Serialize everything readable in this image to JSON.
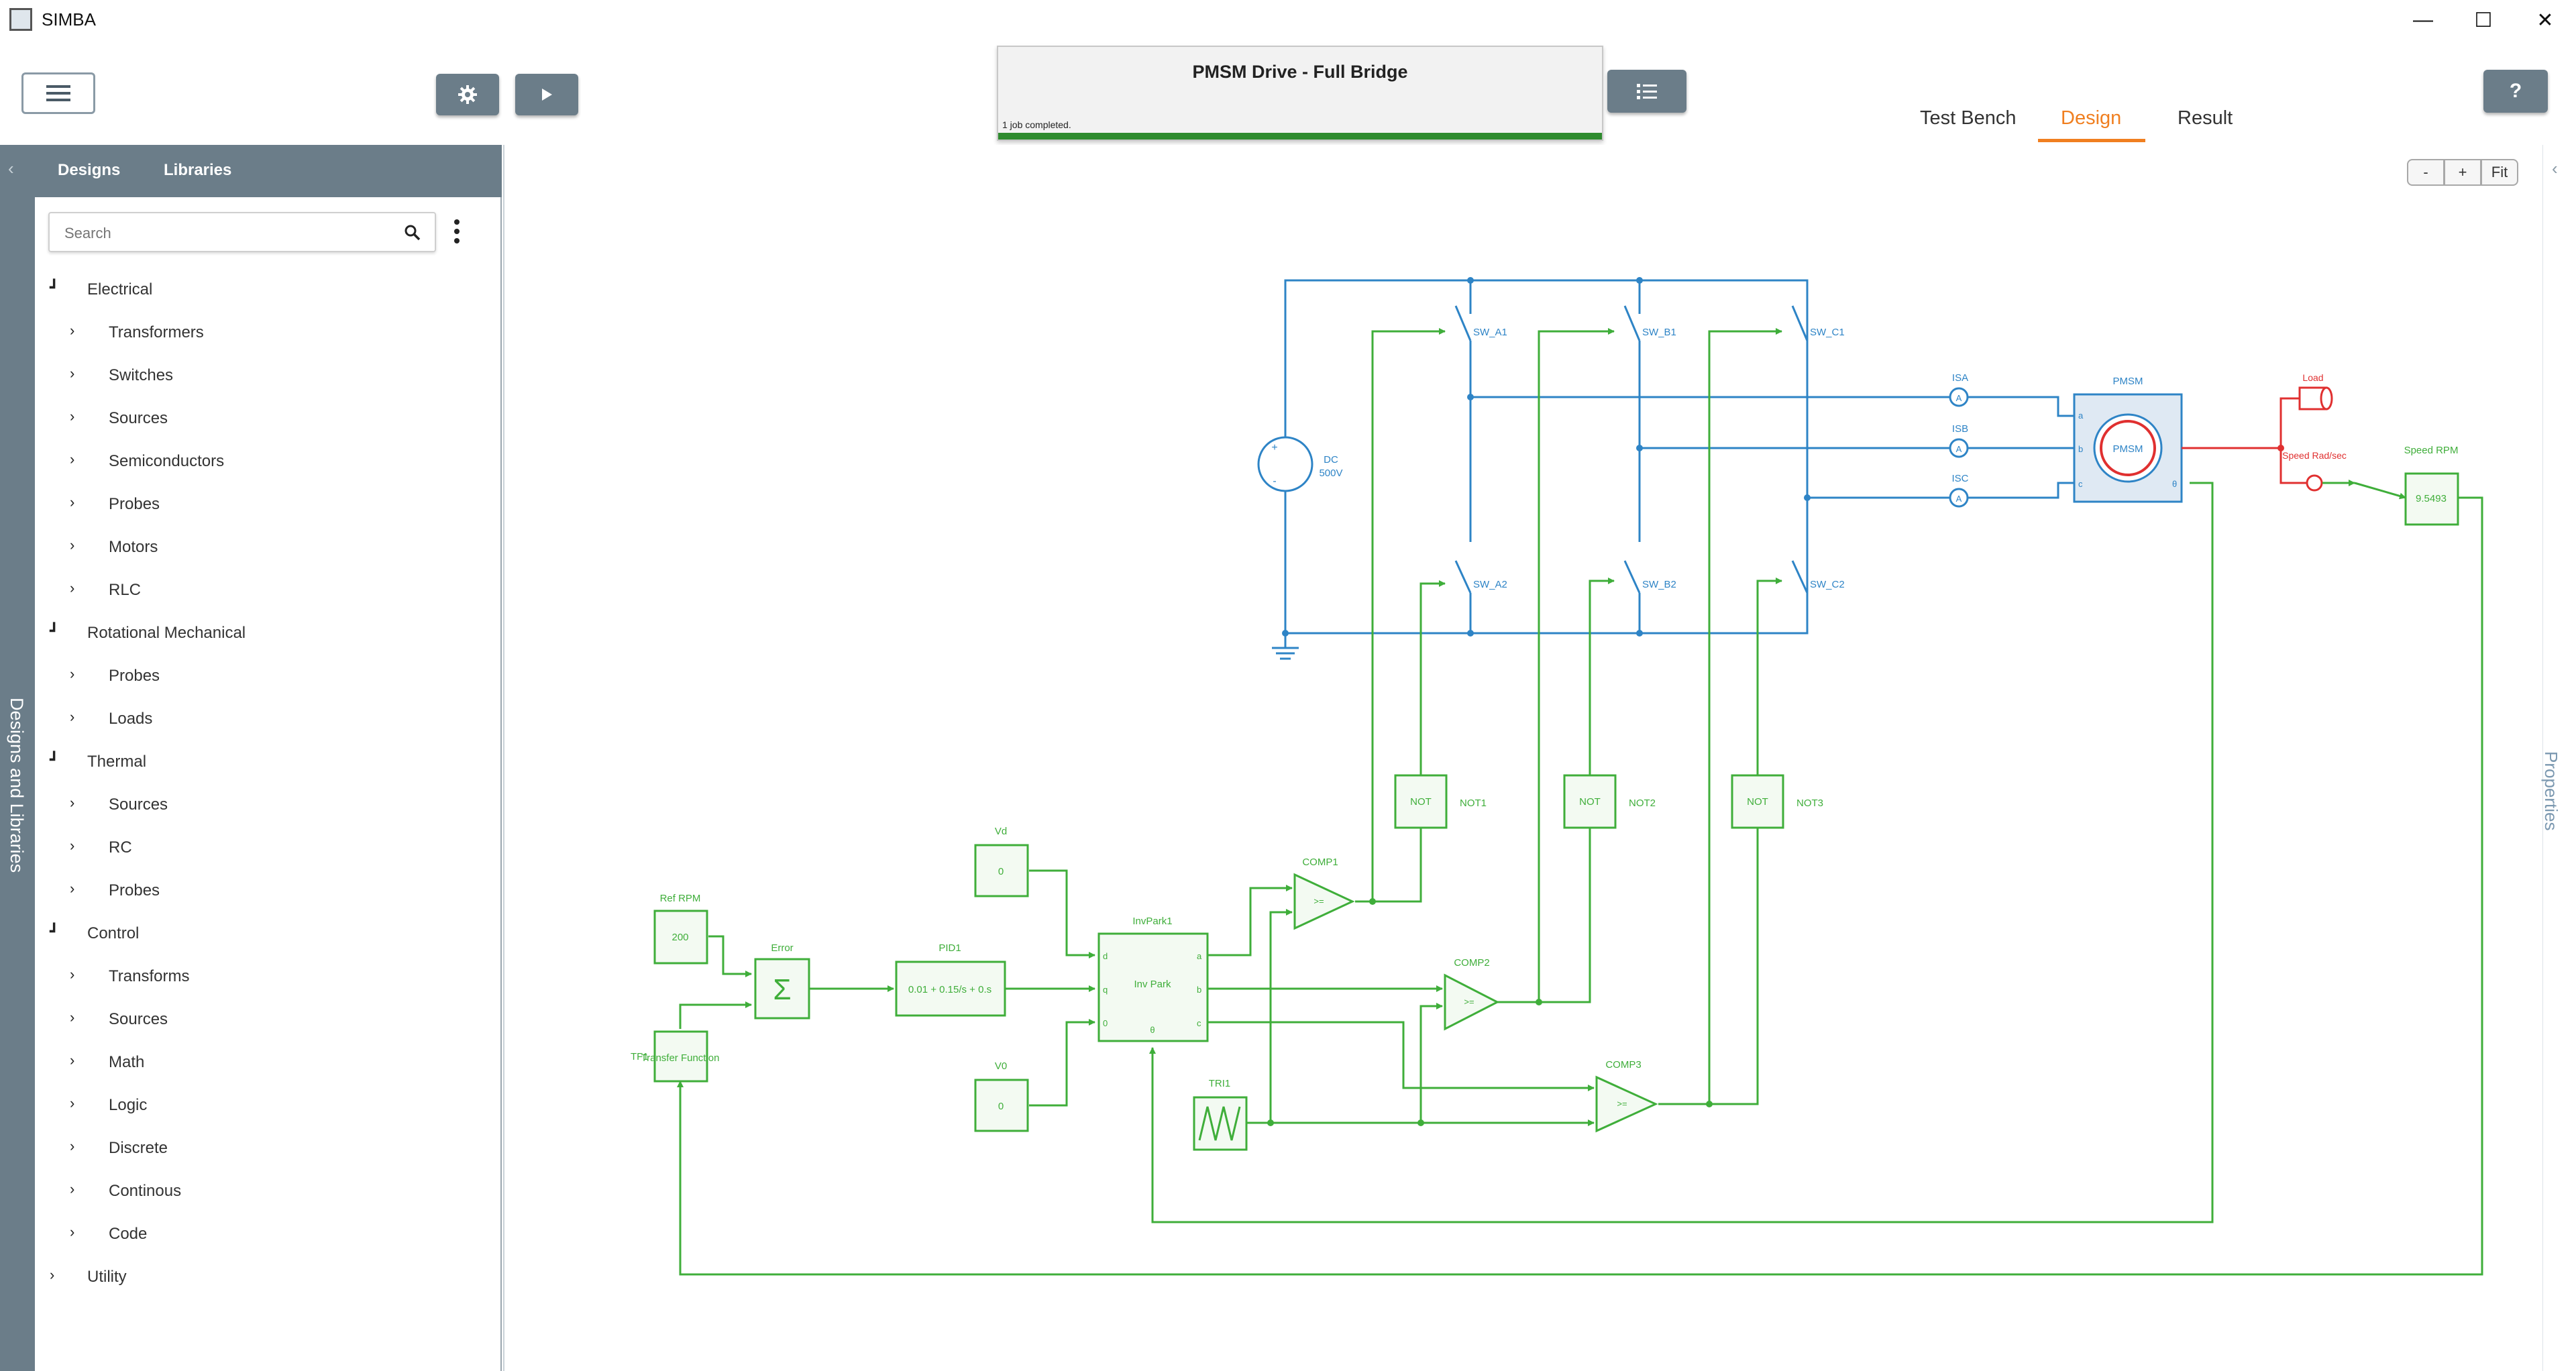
{
  "window": {
    "title": "SIMBA",
    "minimize": "—",
    "maximize": "☐",
    "close": "✕"
  },
  "job": {
    "title": "PMSM Drive - Full Bridge",
    "status": "1 job completed.",
    "progress": 1.0
  },
  "tabs": [
    {
      "label": "Test Bench"
    },
    {
      "label": "Design"
    },
    {
      "label": "Result"
    }
  ],
  "active_tab": "Design",
  "help_label": "?",
  "sidebar": {
    "tabs": [
      {
        "label": "Designs"
      },
      {
        "label": "Libraries"
      }
    ],
    "collapsed_label": "Designs and Libraries",
    "search_placeholder": "Search",
    "tree": [
      {
        "label": "Electrical",
        "level": 0,
        "exp": "┛"
      },
      {
        "label": "Transformers",
        "level": 1,
        "exp": "›"
      },
      {
        "label": "Switches",
        "level": 1,
        "exp": "›"
      },
      {
        "label": "Sources",
        "level": 1,
        "exp": "›"
      },
      {
        "label": "Semiconductors",
        "level": 1,
        "exp": "›"
      },
      {
        "label": "Probes",
        "level": 1,
        "exp": "›"
      },
      {
        "label": "Motors",
        "level": 1,
        "exp": "›"
      },
      {
        "label": "RLC",
        "level": 1,
        "exp": "›"
      },
      {
        "label": "Rotational Mechanical",
        "level": 0,
        "exp": "┛"
      },
      {
        "label": "Probes",
        "level": 1,
        "exp": "›"
      },
      {
        "label": "Loads",
        "level": 1,
        "exp": "›"
      },
      {
        "label": "Thermal",
        "level": 0,
        "exp": "┛"
      },
      {
        "label": "Sources",
        "level": 1,
        "exp": "›"
      },
      {
        "label": "RC",
        "level": 1,
        "exp": "›"
      },
      {
        "label": "Probes",
        "level": 1,
        "exp": "›"
      },
      {
        "label": "Control",
        "level": 0,
        "exp": "┛"
      },
      {
        "label": "Transforms",
        "level": 1,
        "exp": "›"
      },
      {
        "label": "Sources",
        "level": 1,
        "exp": "›"
      },
      {
        "label": "Math",
        "level": 1,
        "exp": "›"
      },
      {
        "label": "Logic",
        "level": 1,
        "exp": "›"
      },
      {
        "label": "Discrete",
        "level": 1,
        "exp": "›"
      },
      {
        "label": "Continous",
        "level": 1,
        "exp": "›"
      },
      {
        "label": "Code",
        "level": 1,
        "exp": "›"
      },
      {
        "label": "Utility",
        "level": 0,
        "exp": "›"
      }
    ]
  },
  "zoom": {
    "minus": "-",
    "plus": "+",
    "fit": "Fit"
  },
  "properties_label": "Properties",
  "colors": {
    "power": "#2e84c6",
    "control": "#3fae3a",
    "mechanical": "#e03030",
    "accent": "#f07f20",
    "panel": "#6b7d89"
  },
  "schematic": {
    "dc": {
      "name": "DC",
      "value": "500V"
    },
    "switches": [
      "SW_A1",
      "SW_B1",
      "SW_C1",
      "SW_A2",
      "SW_B2",
      "SW_C2"
    ],
    "probes": [
      "ISA",
      "ISB",
      "ISC"
    ],
    "pmsm": {
      "title": "PMSM",
      "label": "PMSM",
      "pins": [
        "a",
        "b",
        "c",
        "θ"
      ]
    },
    "load": "Load",
    "speed_probe": "Speed Rad/sec",
    "speed_rpm": {
      "title": "Speed RPM",
      "value": "9.5493"
    },
    "nots": [
      {
        "label": "NOT",
        "name": "NOT1"
      },
      {
        "label": "NOT",
        "name": "NOT2"
      },
      {
        "label": "NOT",
        "name": "NOT3"
      }
    ],
    "comps": [
      {
        "name": "COMP1",
        "symbol": ">="
      },
      {
        "name": "COMP2",
        "symbol": ">="
      },
      {
        "name": "COMP3",
        "symbol": ">="
      }
    ],
    "vd": {
      "name": "Vd",
      "value": "0"
    },
    "v0": {
      "name": "V0",
      "value": "0"
    },
    "ref_rpm": {
      "name": "Ref RPM",
      "value": "200"
    },
    "error": {
      "name": "Error",
      "symbol": "Σ"
    },
    "pid": {
      "name": "PID1",
      "expr": "0.01 + 0.15/s + 0.s"
    },
    "invpark": {
      "name": "InvPark1",
      "body": "Inv Park",
      "inputs": [
        "d",
        "q",
        "0"
      ],
      "outputs": [
        "a",
        "b",
        "c"
      ],
      "theta": "θ"
    },
    "tri": {
      "name": "TRI1"
    },
    "tf": {
      "name": "TF1",
      "body": "Transfer Function"
    }
  }
}
